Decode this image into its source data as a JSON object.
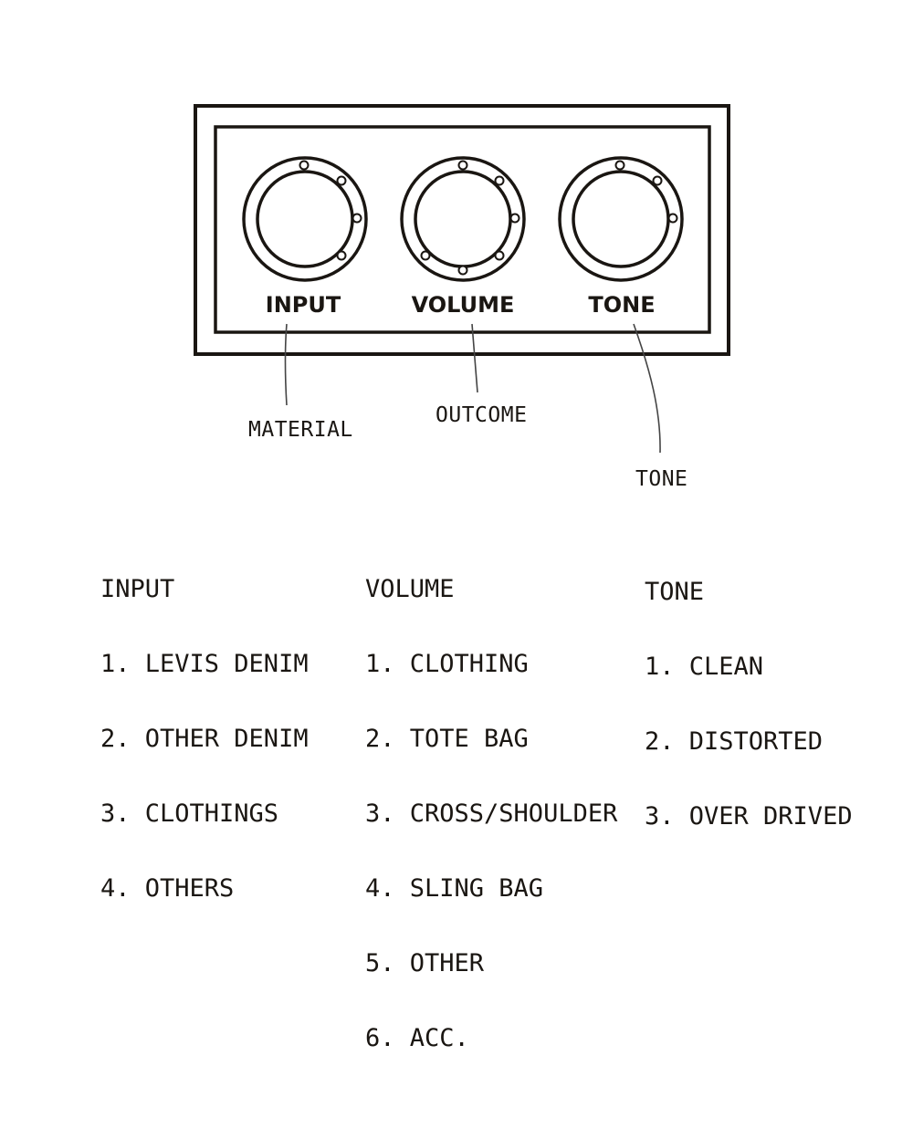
{
  "panel": {
    "knobs": [
      {
        "label": "INPUT",
        "annotation": "MATERIAL"
      },
      {
        "label": "VOLUME",
        "annotation": "OUTCOME"
      },
      {
        "label": "TONE",
        "annotation": "TONE"
      }
    ]
  },
  "columns": [
    {
      "heading": "INPUT",
      "items": [
        "1. LEVIS DENIM",
        "2. OTHER DENIM",
        "3. CLOTHINGS",
        "4. OTHERS"
      ]
    },
    {
      "heading": "VOLUME",
      "items": [
        "1. CLOTHING",
        "2. TOTE BAG",
        "3. CROSS/SHOULDER",
        "4. SLING BAG",
        "5. OTHER",
        "6. ACC."
      ]
    },
    {
      "heading": "TONE",
      "items": [
        "1. CLEAN",
        "2. DISTORTED",
        "3. OVER DRIVED"
      ]
    }
  ]
}
